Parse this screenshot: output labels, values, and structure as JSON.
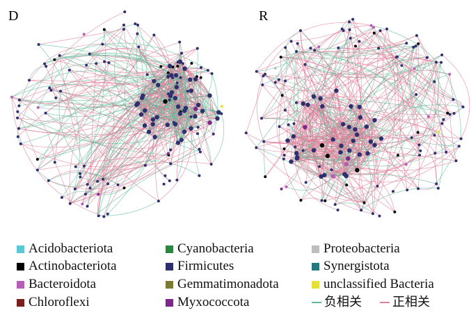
{
  "panels": [
    {
      "label": "D"
    },
    {
      "label": "R"
    }
  ],
  "legend": {
    "taxa": [
      {
        "name": "Acidobacteriota",
        "color": "#5bc8d6"
      },
      {
        "name": "Actinobacteriota",
        "color": "#000000"
      },
      {
        "name": "Bacteroidota",
        "color": "#b45fb5"
      },
      {
        "name": "Chloroflexi",
        "color": "#7a1e1e"
      },
      {
        "name": "Cyanobacteria",
        "color": "#2e8540"
      },
      {
        "name": "Firmicutes",
        "color": "#2e2f6e"
      },
      {
        "name": "Gemmatimonadota",
        "color": "#7d7a35"
      },
      {
        "name": "Myxococcota",
        "color": "#7a2a86"
      },
      {
        "name": "Proteobacteria",
        "color": "#bdbdbd"
      },
      {
        "name": "Synergistota",
        "color": "#23797d"
      },
      {
        "name": "unclassified Bacteria",
        "color": "#e6e03a"
      }
    ],
    "edges": [
      {
        "name": "负相关",
        "color": "#5dbb98"
      },
      {
        "name": "正相关",
        "color": "#e07a95"
      }
    ]
  }
}
